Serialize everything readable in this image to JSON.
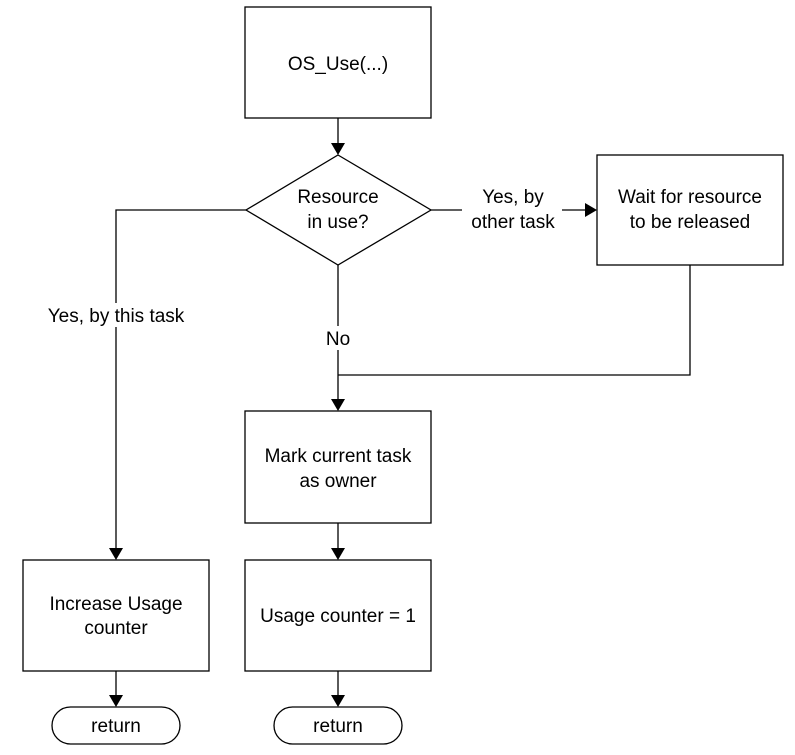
{
  "nodes": {
    "start": "OS_Use(...)",
    "decision": [
      "Resource",
      "in use?"
    ],
    "wait": [
      "Wait for resource",
      "to be released"
    ],
    "mark": [
      "Mark current task",
      "as owner"
    ],
    "increase": [
      "Increase Usage",
      "counter"
    ],
    "usage": "Usage counter = 1",
    "return_left": "return",
    "return_right": "return"
  },
  "edges": {
    "yes_other": [
      "Yes, by",
      "other task"
    ],
    "yes_this": "Yes, by this task",
    "no": "No"
  }
}
